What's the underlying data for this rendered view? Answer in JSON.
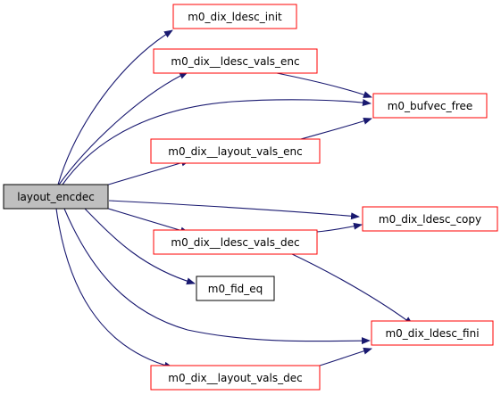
{
  "colors": {
    "edge": "#191970",
    "root_fill": "#bfbfbf",
    "root_border": "#000000",
    "external_border": "#ff0000",
    "internal_border": "#000000",
    "node_fill": "#ffffff"
  },
  "nodes": {
    "layout_encdec": "layout_encdec",
    "m0_dix_ldesc_init": "m0_dix_ldesc_init",
    "m0_dix_ldesc_vals_enc": "m0_dix__ldesc_vals_enc",
    "m0_bufvec_free": "m0_bufvec_free",
    "m0_dix_layout_vals_enc": "m0_dix__layout_vals_enc",
    "m0_dix_ldesc_copy": "m0_dix_ldesc_copy",
    "m0_dix_ldesc_vals_dec": "m0_dix__ldesc_vals_dec",
    "m0_fid_eq": "m0_fid_eq",
    "m0_dix_ldesc_fini": "m0_dix_ldesc_fini",
    "m0_dix_layout_vals_dec": "m0_dix__layout_vals_dec"
  }
}
